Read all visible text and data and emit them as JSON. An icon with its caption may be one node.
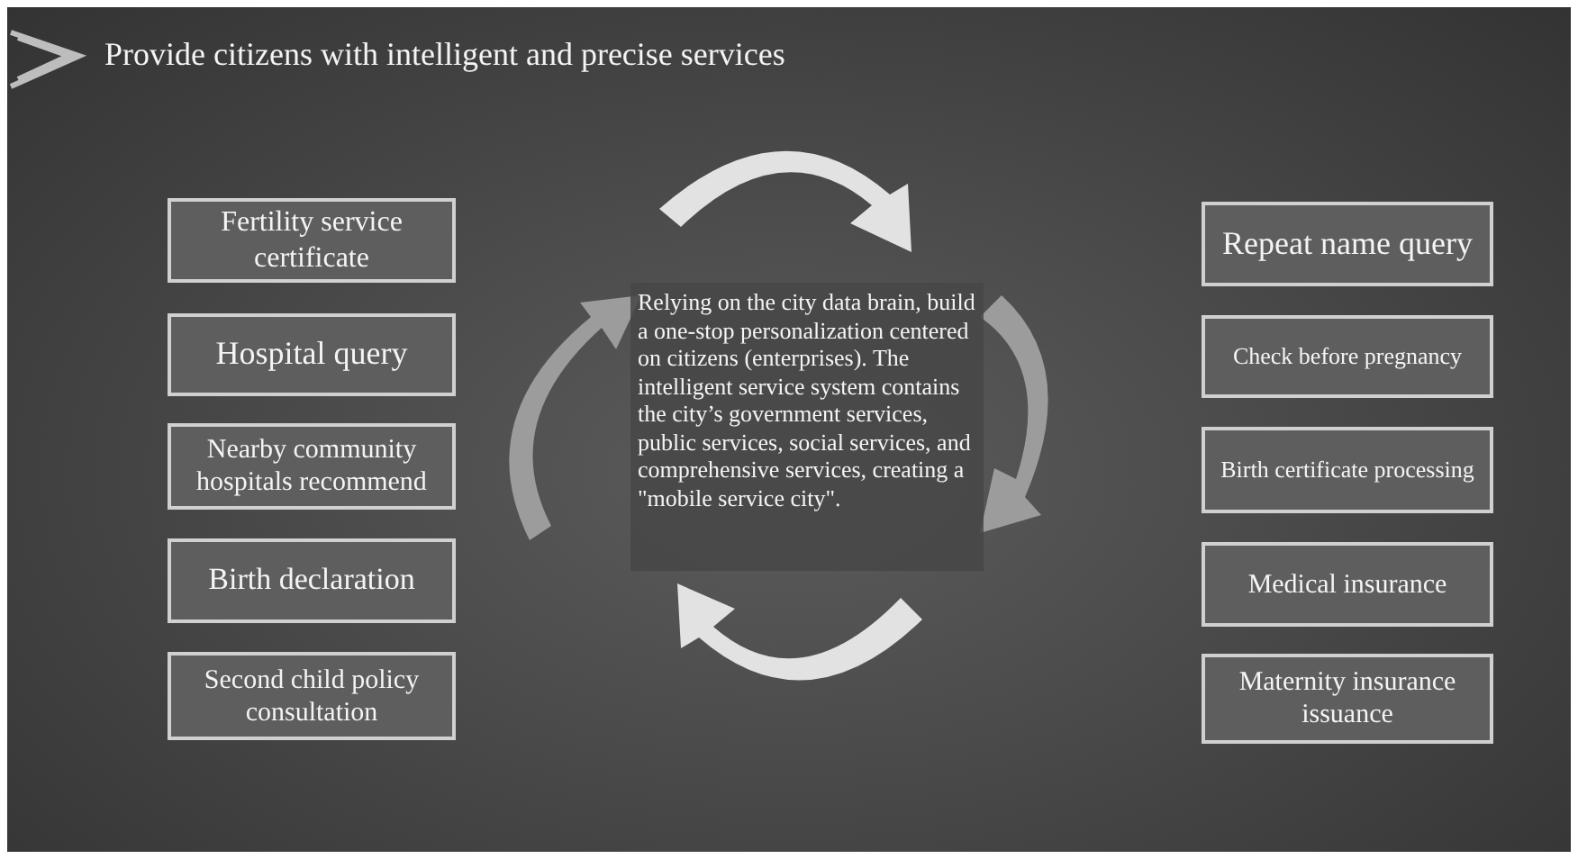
{
  "diagram": {
    "title": "Provide citizens with intelligent and precise services",
    "nodes": [
      {
        "text": [
          "Relying on the city data brain, build a one-stop personalization centered on citizens (enterprises). The intelligent service system contains the city’s government services, public services, social services, and comprehensive services, creating a \"mobile service city\"."
        ]
      },
      {
        "text": [
          "Fertility service certificate"
        ]
      },
      {
        "text": [
          "Hospital query"
        ]
      },
      {
        "text": [
          "Nearby community hospitals recommend"
        ]
      },
      {
        "text": [
          "Birth declaration"
        ]
      },
      {
        "text": [
          "Second child policy consultation"
        ]
      },
      {
        "text": [
          "Repeat name query"
        ]
      },
      {
        "text": [
          "Check before pregnancy"
        ]
      },
      {
        "text": [
          "Birth certificate processing"
        ]
      },
      {
        "text": [
          "Medical insurance"
        ]
      },
      {
        "text": [
          "Maternity insurance issuance"
        ]
      }
    ],
    "edges": []
  }
}
